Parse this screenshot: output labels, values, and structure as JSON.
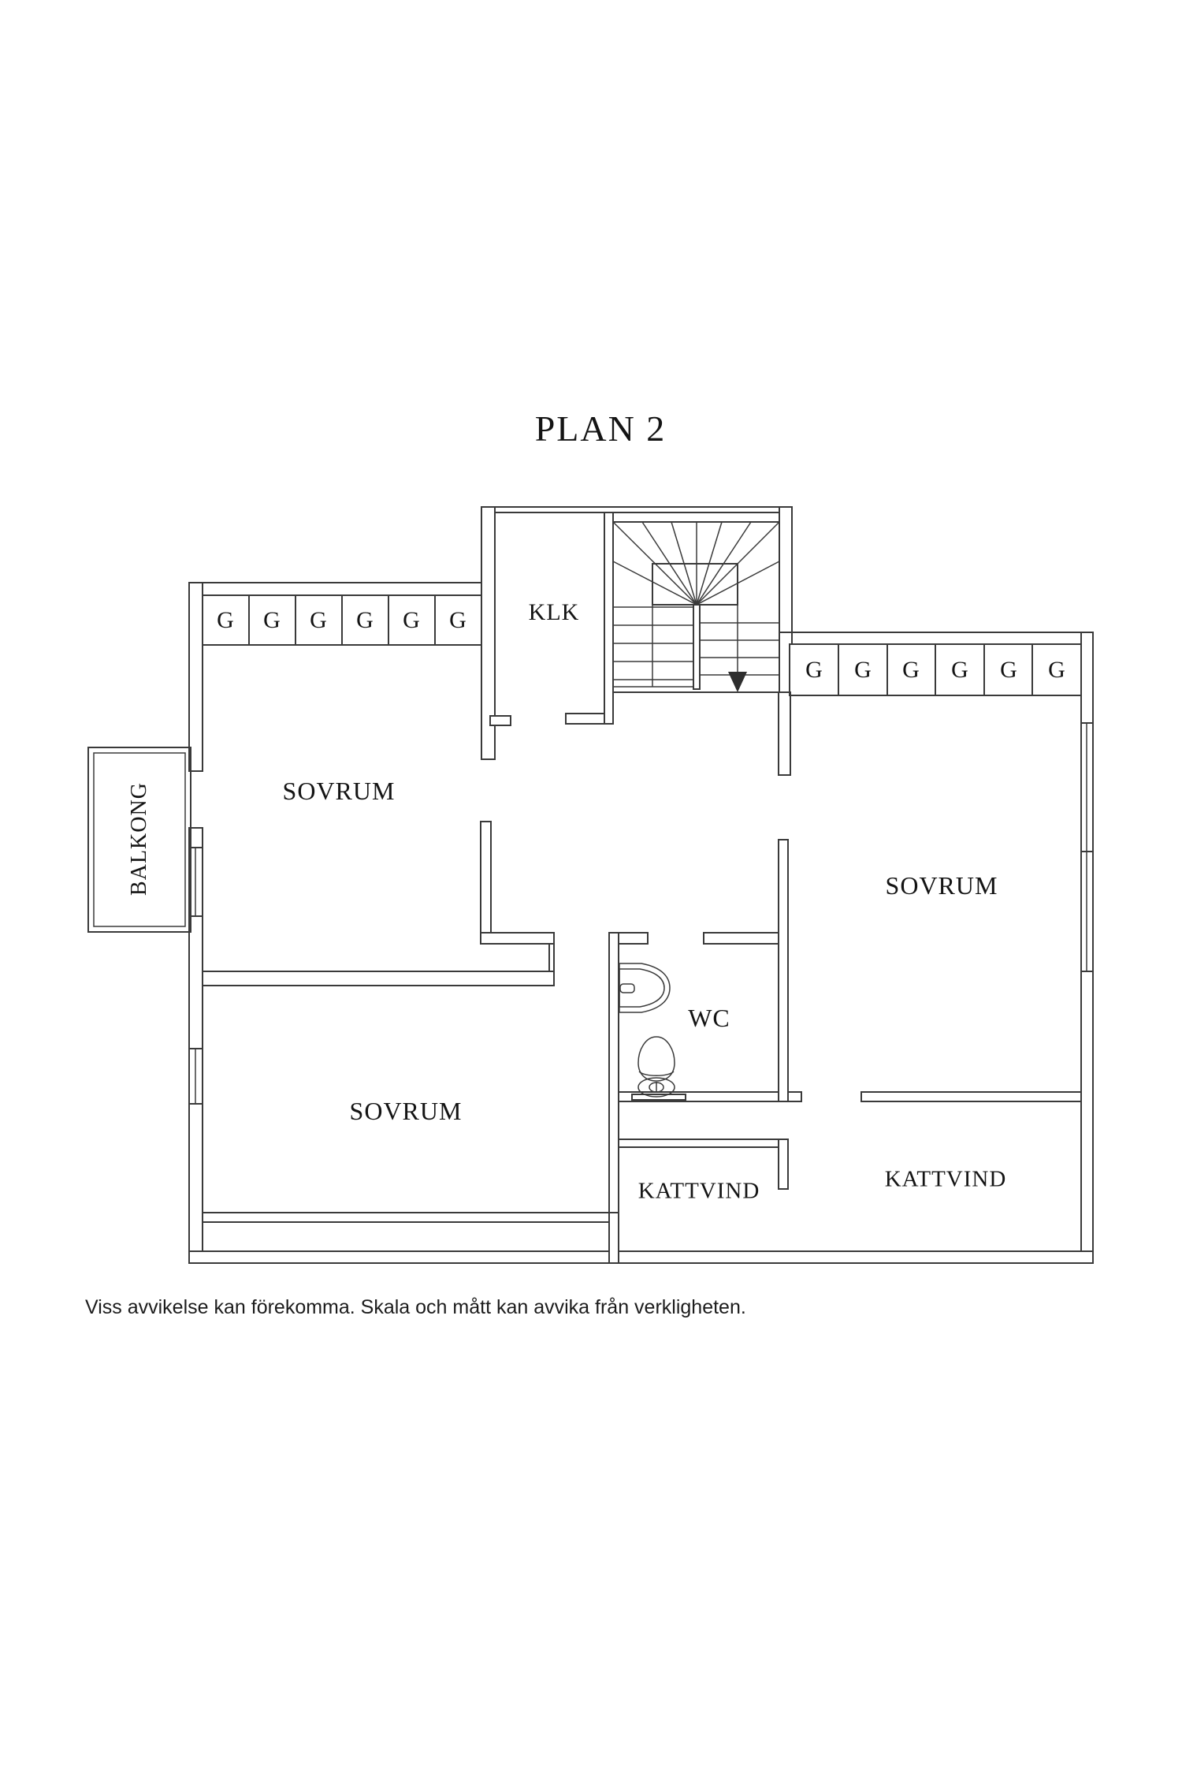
{
  "page": {
    "title": "PLAN 2",
    "disclaimer": "Viss avvikelse kan förekomma. Skala och mått kan avvika från verkligheten."
  },
  "rooms": {
    "klk": "KLK",
    "sovrum": "SOVRUM",
    "wc": "WC",
    "kattvind": "KATTVIND",
    "balkong": "BALKONG"
  },
  "wardrobe": {
    "letter": "G",
    "count_left_row": 6,
    "count_right_row": 6
  },
  "icons": {
    "stairs_direction": "down-arrow"
  },
  "colors": {
    "background": "#ffffff",
    "line": "#3a3a3a",
    "text": "#141414"
  }
}
